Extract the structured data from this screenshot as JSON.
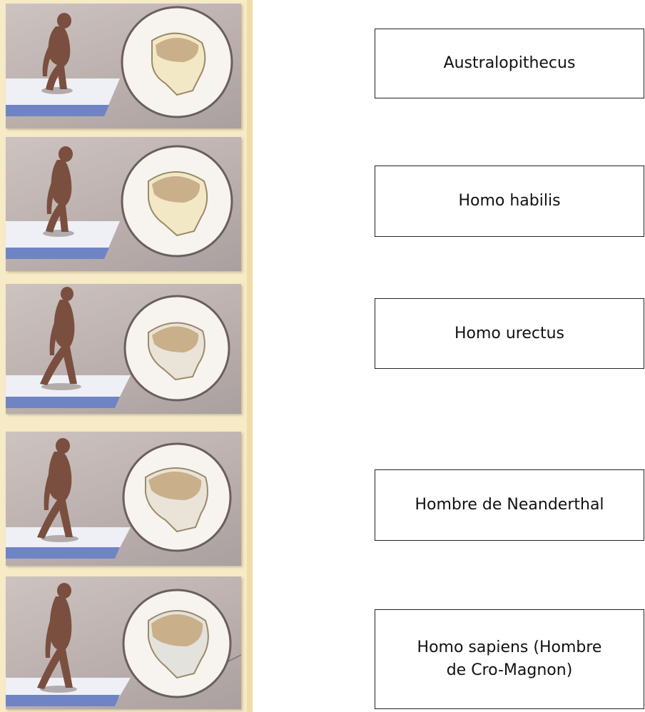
{
  "species": [
    {
      "label": "Australopithecus"
    },
    {
      "label": "Homo habilis"
    },
    {
      "label": "Homo urectus"
    },
    {
      "label": "Hombre de Neanderthal"
    },
    {
      "label": "Homo sapiens (Hombre de Cro-Magnon)"
    }
  ],
  "colors": {
    "strip_background": "#f6ebc6",
    "panel_gray": "#b9aeac",
    "figure_brown": "#7a4f3f",
    "platform_blue": "#6f84c4",
    "skull_bone": "#f3e8c6",
    "skull_brain": "#c9b08a"
  }
}
